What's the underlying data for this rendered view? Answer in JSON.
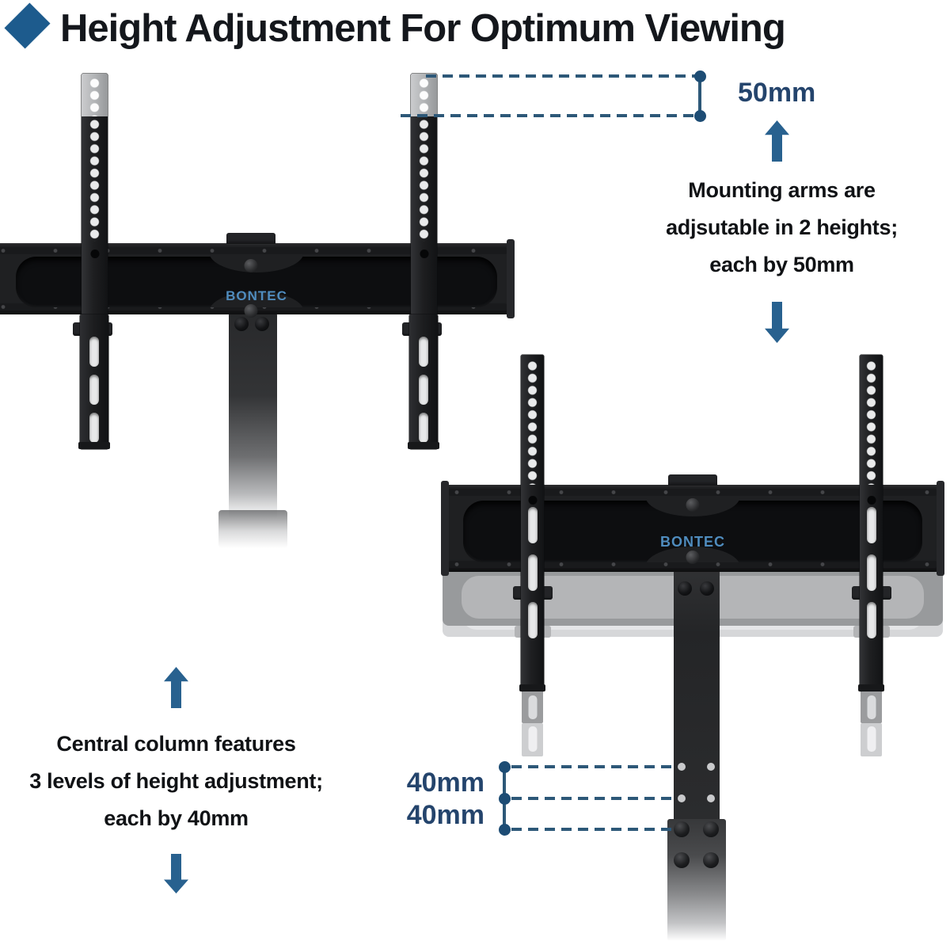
{
  "header": {
    "title": "Height Adjustment For Optimum Viewing"
  },
  "brand": {
    "logo_text": "BONTEC"
  },
  "annotations": {
    "arm_measurement_label": "50mm",
    "mounting_arms_caption": {
      "line1": "Mounting arms are",
      "line2": "adjsutable in 2 heights;",
      "line3": "each by 50mm"
    },
    "central_column_caption": {
      "line1": "Central column features",
      "line2": "3 levels of height adjustment;",
      "line3": "each by 40mm"
    },
    "column_step1_label": "40mm",
    "column_step2_label": "40mm"
  },
  "colors": {
    "diamond_blue": "#1d5b8d",
    "title_text": "#14171c",
    "caption_text": "#101215",
    "label_blue": "#24446c",
    "arrow_blue": "#28618f",
    "dash_blue": "#2d5878",
    "dot_blue": "#1d4c74",
    "logo_blue": "#4f8cbe",
    "mount_body": "#1f2022",
    "arm_gray_extension": "#b2b4b6"
  }
}
